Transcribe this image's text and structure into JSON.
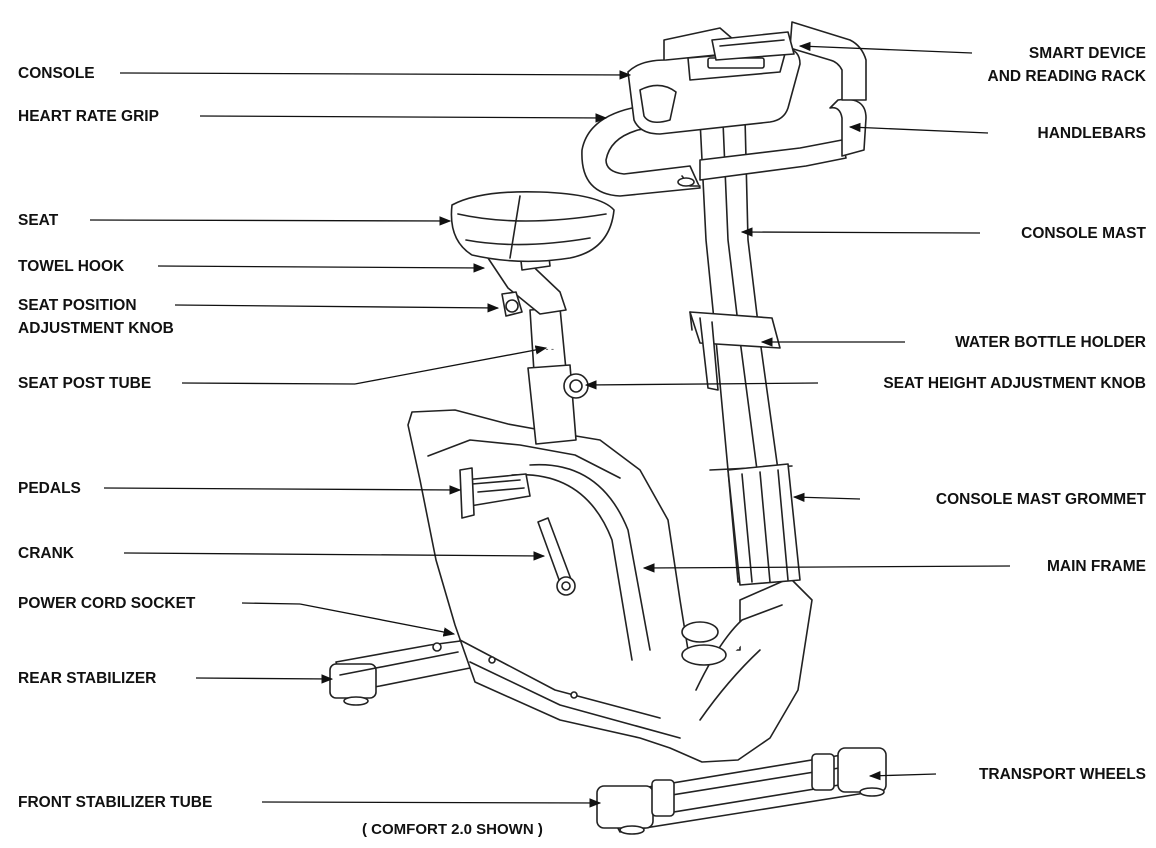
{
  "labels_left": {
    "console": "CONSOLE",
    "heart_rate_grip": "HEART RATE GRIP",
    "seat": "SEAT",
    "towel_hook": "TOWEL HOOK",
    "seat_position_line1": "SEAT POSITION",
    "seat_position_line2": "ADJUSTMENT KNOB",
    "seat_post_tube": "SEAT POST TUBE",
    "pedals": "PEDALS",
    "crank": "CRANK",
    "power_cord_socket": "POWER CORD SOCKET",
    "rear_stabilizer": "REAR STABILIZER",
    "front_stabilizer_tube": "FRONT STABILIZER TUBE"
  },
  "labels_right": {
    "smart_device_line1": "SMART DEVICE",
    "smart_device_line2": "AND READING RACK",
    "handlebars": "HANDLEBARS",
    "console_mast": "CONSOLE MAST",
    "water_bottle_holder": "WATER BOTTLE HOLDER",
    "seat_height_knob": "SEAT HEIGHT ADJUSTMENT KNOB",
    "console_mast_grommet": "CONSOLE MAST GROMMET",
    "main_frame": "MAIN FRAME",
    "transport_wheels": "TRANSPORT WHEELS"
  },
  "caption": "( COMFORT 2.0 SHOWN )"
}
